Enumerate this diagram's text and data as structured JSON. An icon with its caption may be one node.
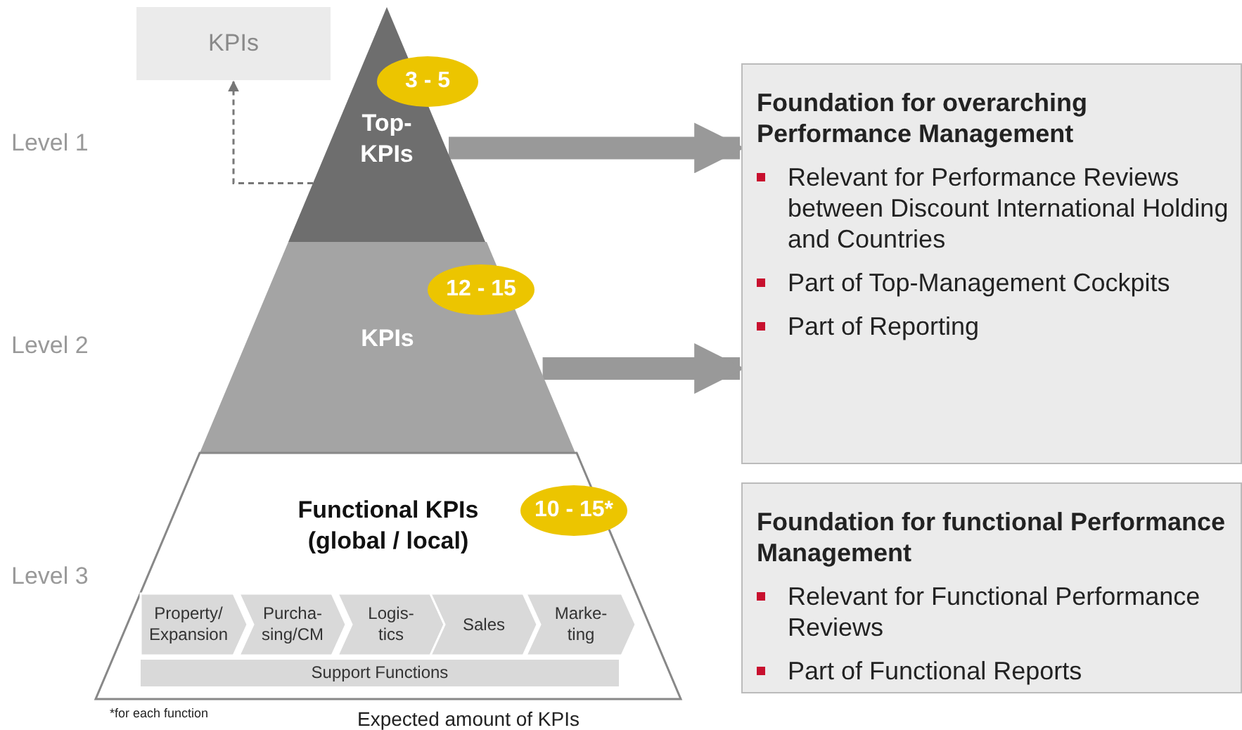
{
  "diagram": {
    "nodes": [
      {
        "text": [
          "KPIs"
        ]
      },
      {
        "text": [
          "Top- KPIs"
        ]
      },
      {
        "text": [
          "3 - 5"
        ],
        "in": 1
      },
      {
        "text": [
          "KPIs"
        ]
      },
      {
        "text": [
          "12 - 15"
        ],
        "in": 3
      },
      {
        "text": [
          "Functional KPIs (global / local)"
        ]
      },
      {
        "text": [
          "10 - 15*"
        ],
        "in": 5
      },
      {
        "text": [
          "Property/ Expansion"
        ],
        "in": 5
      },
      {
        "text": [
          "Purcha- sing/CM"
        ],
        "in": 5
      },
      {
        "text": [
          "Logis- tics"
        ],
        "in": 5
      },
      {
        "text": [
          "Sales"
        ],
        "in": 5
      },
      {
        "text": [
          "Marke- ting"
        ],
        "in": 5
      },
      {
        "text": [
          "Support Functions"
        ],
        "in": 5
      },
      {
        "text": [
          "Foundation for overarching Performance Management",
          "Relevant for Performance Reviews between Discount International Holding and Countries",
          "Part of Top-Management Cockpits",
          "Part of Reporting"
        ]
      },
      {
        "text": [
          "Foundation for functional Performance Management",
          "Relevant for Functional Performance Reviews",
          "Part of Functional Reports"
        ]
      }
    ],
    "edges": [
      {
        "from": 1,
        "to": 0,
        "arrow": "to",
        "style": "dashed"
      },
      {
        "from": 1,
        "to": 13,
        "arrow": "to"
      },
      {
        "from": 3,
        "to": 13,
        "arrow": "to"
      }
    ],
    "labels": [
      "Level 1",
      "Level 2",
      "Level 3",
      "*for each function",
      "Expected amount of KPIs"
    ]
  }
}
